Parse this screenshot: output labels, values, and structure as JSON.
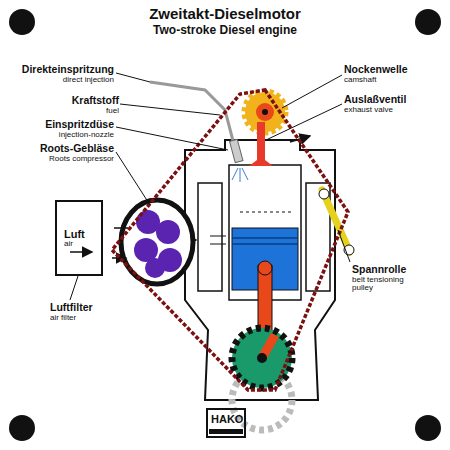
{
  "diagram": {
    "title": "Zweitakt-Dieselmotor",
    "nodes": [
      {
        "text": [
          "Luft",
          "air"
        ]
      },
      {
        "text": [
          "HAKO"
        ]
      }
    ],
    "labels": [
      "Two-stroke Diesel engine",
      "Direkteinspritzung",
      "direct injection",
      "Kraftstoff",
      "fuel",
      "Einspritzdüse",
      "injection-nozzle",
      "Roots-Gebläse",
      "Roots compressor",
      "Nockenwelle",
      "camshaft",
      "Auslaßventil",
      "exhaust valve",
      "Luftfilter",
      "air filter",
      "Spannrolle",
      "belt tensioning pulley"
    ]
  }
}
